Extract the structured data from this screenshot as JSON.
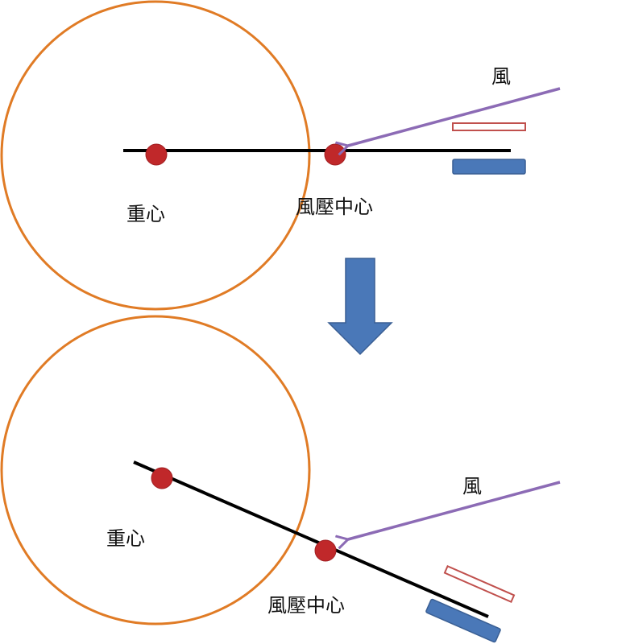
{
  "colors": {
    "circle": "#e07b25",
    "beam": "#000000",
    "point": "#c0282a",
    "wind_arrow": "#8c6bb5",
    "flow_arrow": "#4a78b8",
    "plate_outline": "#c0504d",
    "plate_fill": "#4a78b8"
  },
  "top": {
    "cg_label": "重心",
    "cp_label": "風壓中心",
    "wind_label": "風"
  },
  "bottom": {
    "cg_label": "重心",
    "cp_label": "風壓中心",
    "wind_label": "風"
  }
}
